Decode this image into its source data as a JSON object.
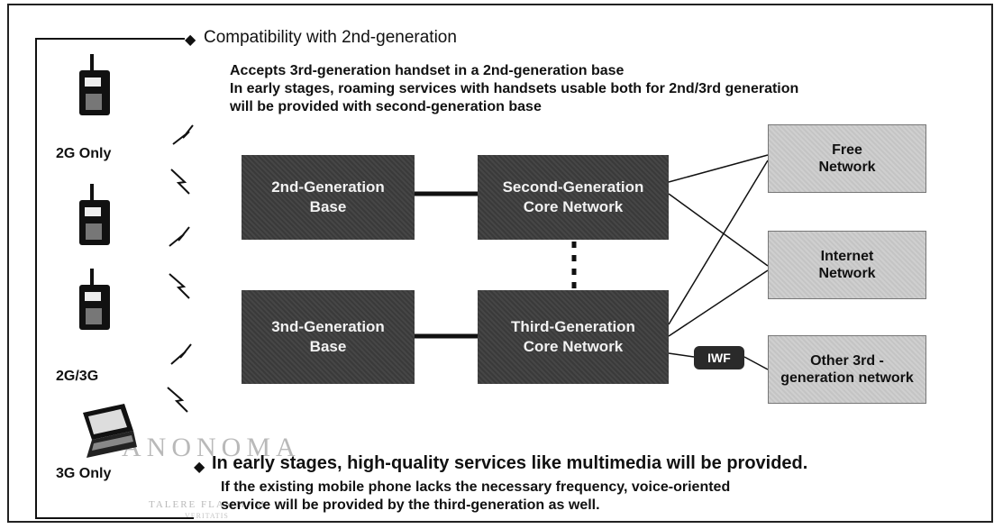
{
  "top_note": {
    "title": "Compatibility with 2nd-generation",
    "lines": [
      "Accepts 3rd-generation handset in a 2nd-generation base",
      "In early stages, roaming services with handsets usable both for 2nd/3rd generation",
      "will be provided with second-generation base"
    ]
  },
  "bottom_note": {
    "title": "In early stages, high-quality services like multimedia  will be provided.",
    "lines": [
      "If the existing mobile phone lacks the necessary frequency, voice-oriented",
      "service will be provided by the third-generation as well."
    ]
  },
  "handsets": {
    "label_2g": "2G Only",
    "label_2g3g": "2G/3G",
    "label_3g": "3G Only"
  },
  "bases": {
    "second": [
      "2nd-Generation",
      "Base"
    ],
    "third": [
      "3nd-Generation",
      "Base"
    ]
  },
  "cores": {
    "second": [
      "Second-Generation",
      "Core Network"
    ],
    "third": [
      "Third-Generation",
      "Core Network"
    ]
  },
  "iwf": "IWF",
  "external_networks": {
    "free": [
      "Free",
      "Network"
    ],
    "internet": [
      "Internet",
      "Network"
    ],
    "other": [
      "Other 3rd -",
      "generation network"
    ]
  },
  "watermark": {
    "arc_text": "ANONOMA",
    "motto": "TALERE FLAMMAM",
    "sub": "VERITATIS"
  },
  "colors": {
    "dark_box": "#3a3a3a",
    "light_box": "#cfcfcf"
  }
}
